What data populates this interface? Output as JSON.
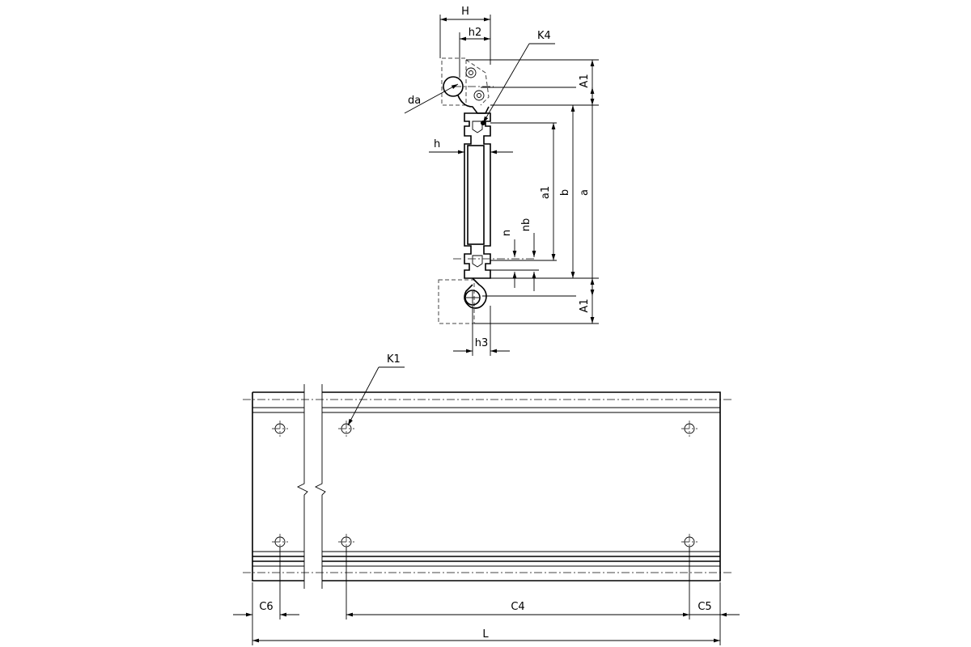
{
  "labels": {
    "H": "H",
    "h2": "h2",
    "K4": "K4",
    "A1_top": "A1",
    "A1_bottom": "A1",
    "da": "da",
    "h": "h",
    "a1": "a1",
    "b": "b",
    "a": "a",
    "n": "n",
    "nb": "nb",
    "h3": "h3",
    "K1": "K1",
    "C6": "C6",
    "C4": "C4",
    "C5": "C5",
    "L": "L"
  }
}
